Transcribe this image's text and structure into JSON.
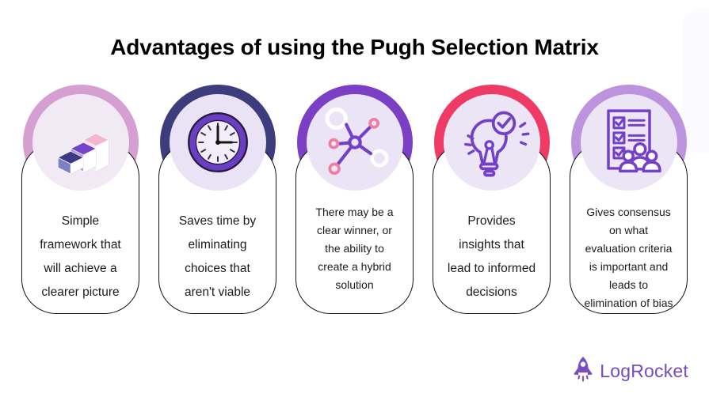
{
  "title": "Advantages of using the Pugh Selection Matrix",
  "cards": [
    {
      "icon": "stairs-icon",
      "arc_color": "#d5a0d1",
      "inner_color": "#f1e9f4",
      "text": "Simple\nframework that\nwill achieve a\nclearer picture"
    },
    {
      "icon": "clock-icon",
      "arc_color": "#3d3c7d",
      "inner_color": "#e9e3f5",
      "text": "Saves time by\neliminating\nchoices that\naren't viable"
    },
    {
      "icon": "network-icon",
      "arc_color": "#7a3fc4",
      "inner_color": "#eae4f6",
      "text": "There may be a\nclear winner, or\nthe ability to\ncreate a hybrid\nsolution"
    },
    {
      "icon": "lightbulb-check-icon",
      "arc_color": "#ee3a64",
      "inner_color": "#ebe5f6",
      "text": "Provides\ninsights that\nlead to informed\ndecisions"
    },
    {
      "icon": "checklist-people-icon",
      "arc_color": "#bd93dd",
      "inner_color": "#ece5f6",
      "text": "Gives consensus\non what\nevaluation criteria\nis important and\nleads to\nelimination of bias"
    }
  ],
  "footer": {
    "brand": "LogRocket",
    "brand_color": "#764abc"
  },
  "colors": {
    "title": "#000000",
    "card_border": "#111111",
    "card_text": "#1b1b1b",
    "icon_purple": "#7440c8",
    "icon_pink": "#ee7fa3",
    "stairs_navy": "#3b3a82",
    "stairs_purple": "#7544c9",
    "stairs_pink": "#f3b7d3"
  }
}
